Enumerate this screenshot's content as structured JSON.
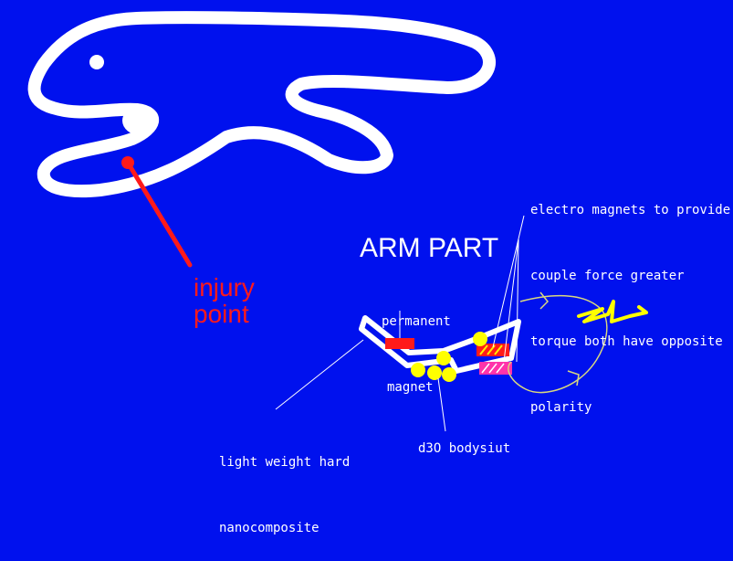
{
  "title": "ARM PART",
  "injury_label": [
    "injury",
    "point"
  ],
  "electro_label": [
    "electro magnets to provide",
    "couple force greater",
    "torque both have opposite",
    "polarity"
  ],
  "permanent_label": [
    "permanent",
    "magnet"
  ],
  "composite_label": [
    "light weight hard",
    "nanocomposite"
  ],
  "d30_label": "d3O bodysiut",
  "colors": {
    "background": "#0011ee",
    "outline": "#ffffff",
    "injury": "#ff1a1a",
    "ball": "#ffff00",
    "magnet_red": "#ff1a1a",
    "magnet_pink": "#ff33aa"
  }
}
